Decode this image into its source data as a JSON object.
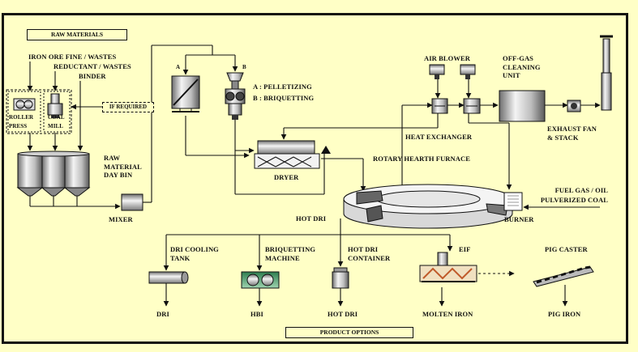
{
  "header": {
    "raw_materials": "RAW MATERIALS",
    "product_options": "PRODUCT OPTIONS"
  },
  "inputs": {
    "iron_ore": "IRON ORE FINE / WASTES",
    "reductant": "REDUCTANT / WASTES",
    "binder": "BINDER",
    "roller_press": "ROLLER PRESS",
    "coal_mill": "COAL MILL",
    "if_required": "IF REQUIRED"
  },
  "units": {
    "day_bin": "RAW MATERIAL DAY BIN",
    "mixer": "MIXER",
    "a_label": "A",
    "b_label": "B",
    "a_desc": "A : PELLETIZING",
    "b_desc": "B : BRIQUETTING",
    "dryer": "DRYER",
    "rhf": "ROTARY HEARTH FURNACE",
    "hot_dri": "HOT DRI",
    "air_blower": "AIR BLOWER",
    "offgas": "OFF-GAS CLEANING UNIT",
    "heat_exchanger": "HEAT EXCHANGER",
    "exhaust": "EXHAUST FAN & STACK",
    "fuel": "FUEL GAS / OIL PULVERIZED COAL",
    "burner": "BURNER"
  },
  "products": [
    {
      "unit": "DRI COOLING TANK",
      "output": "DRI"
    },
    {
      "unit": "BRIQUETTING MACHINE",
      "output": "HBI"
    },
    {
      "unit": "HOT DRI CONTAINER",
      "output": "HOT DRI"
    },
    {
      "unit": "EIF",
      "output": "MOLTEN IRON"
    },
    {
      "unit": "PIG CASTER",
      "output": "PIG IRON"
    }
  ],
  "colors": {
    "background": "#ffffc6",
    "line": "#111111",
    "steel_light": "#e8e8e8",
    "steel_dark": "#555555",
    "green": "#3c8c5a"
  }
}
